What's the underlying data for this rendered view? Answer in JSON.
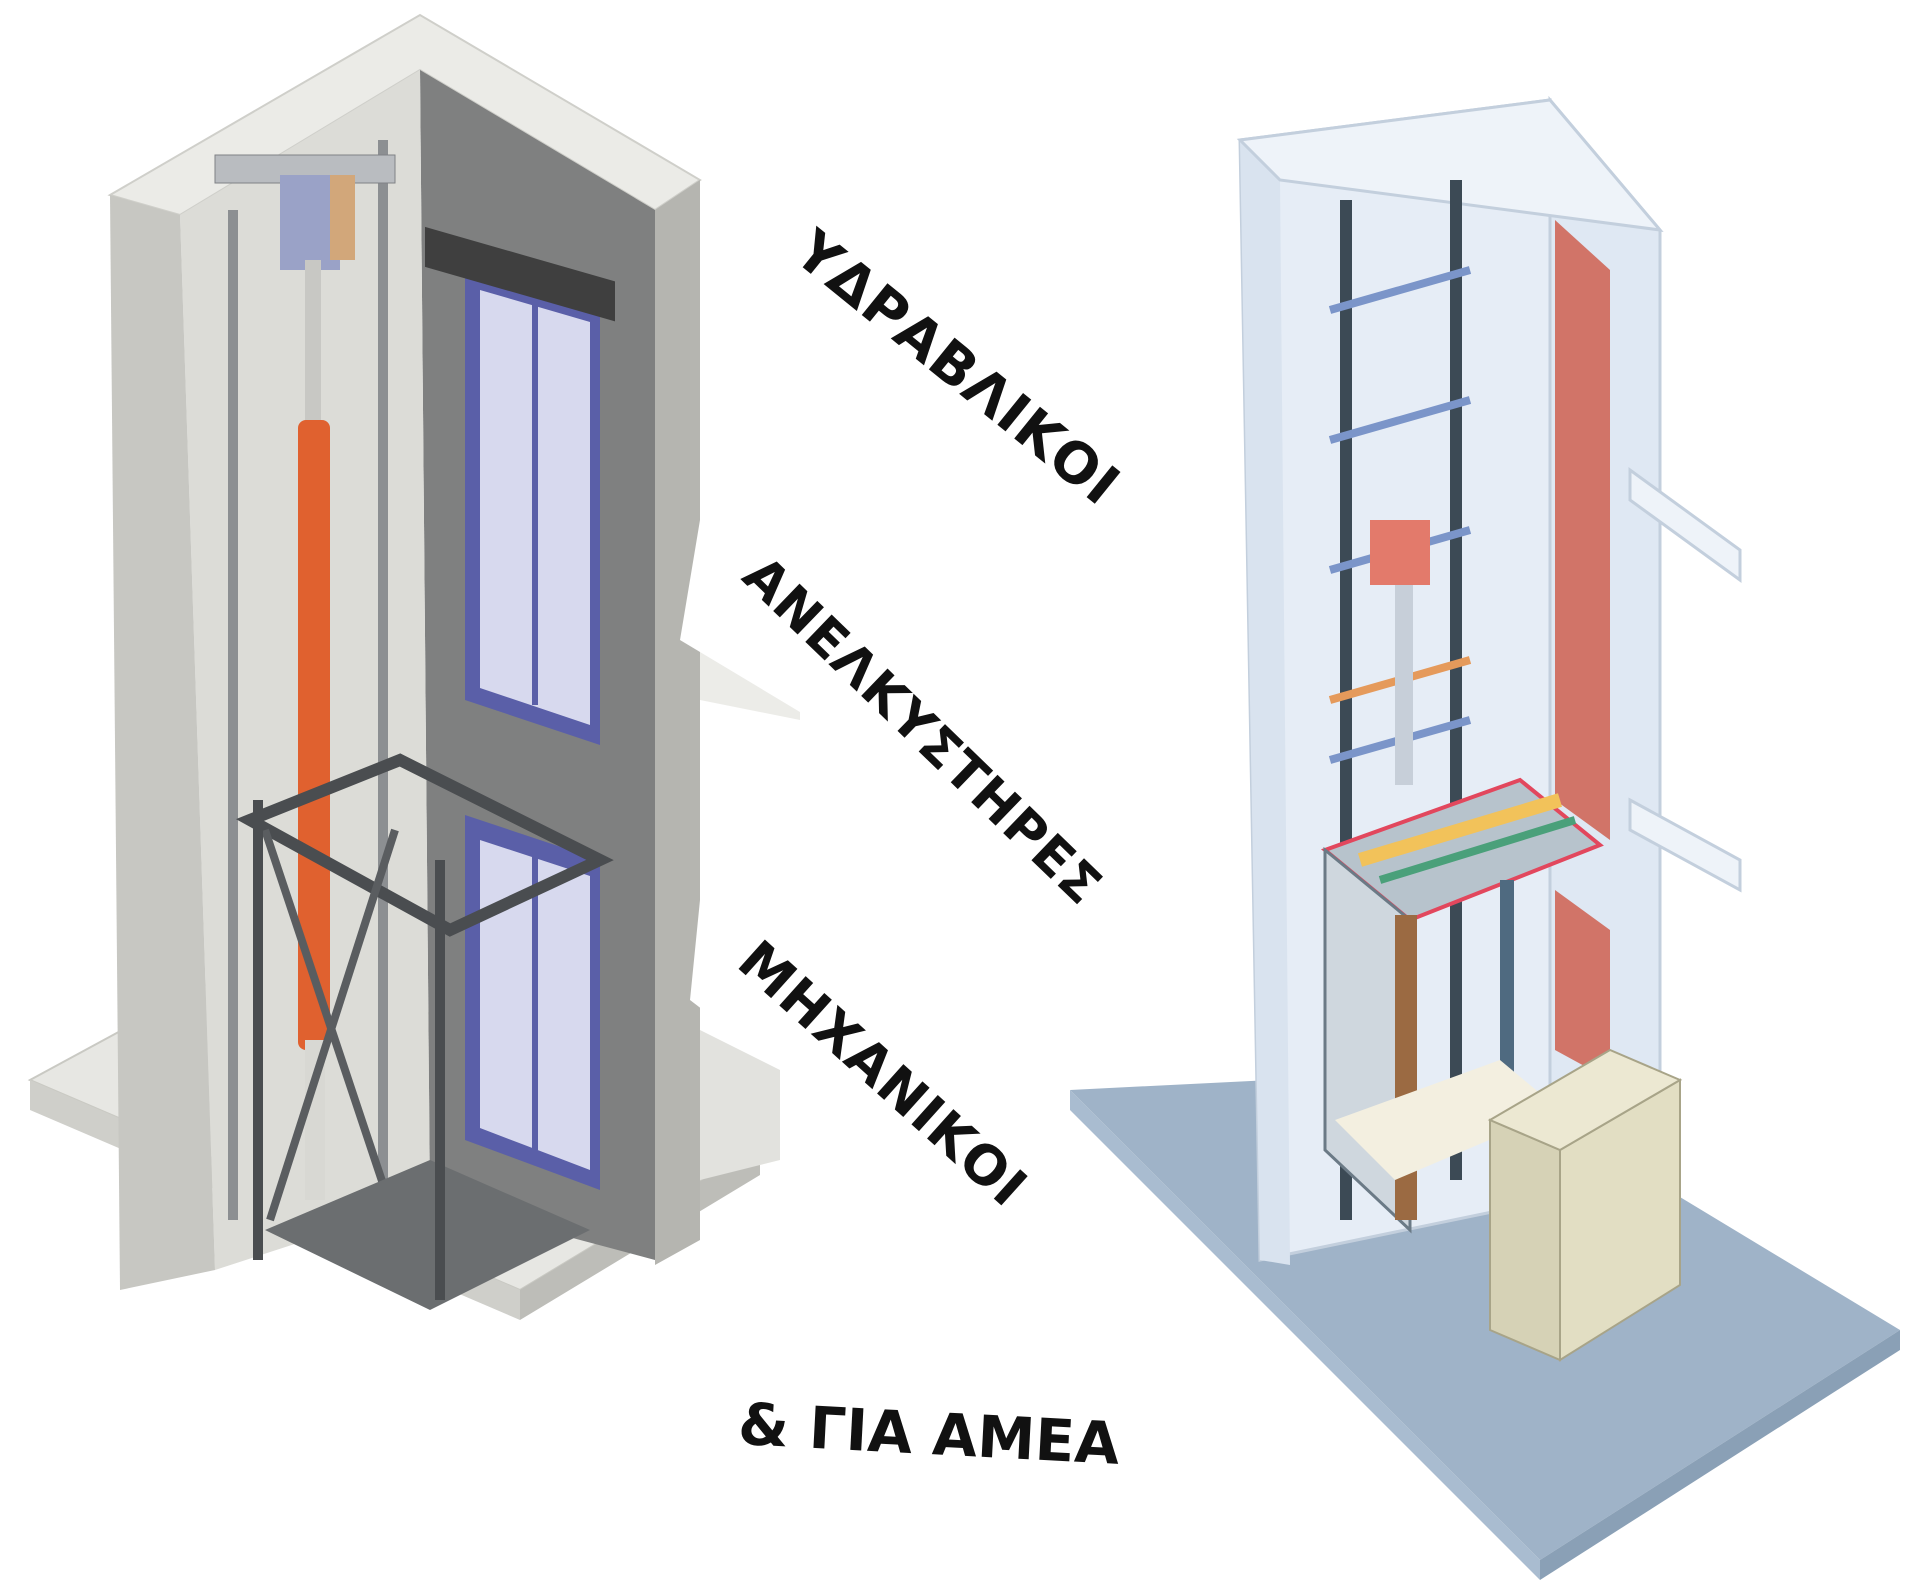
{
  "labels": {
    "hydraulic": "ΥΔΡΑΒΛΙΚΟΙ",
    "elevators": "ΑΝΕΛΚΥΣΤΗΡΕΣ",
    "mechanical": "ΜΗΧΑΝΙΚΟΙ",
    "accessible": "& ΓΙΑ ΑΜΕΑ"
  },
  "colors": {
    "left_shaft_wall": "#d2d2cd",
    "left_inner_wall": "#7f8080",
    "hydraulic_piston": "#e0612f",
    "landing_door": "#5a5fa8",
    "right_shaft_glass": "#dfe8f3",
    "right_base": "#9fb3c8",
    "right_rails": "#3c4a55",
    "right_door_red": "#cf5f4f",
    "control_cabinet": "#e2dec3"
  },
  "icons": [
    "hydraulic-elevator-shaft-illustration",
    "machine-elevator-shaft-illustration"
  ]
}
